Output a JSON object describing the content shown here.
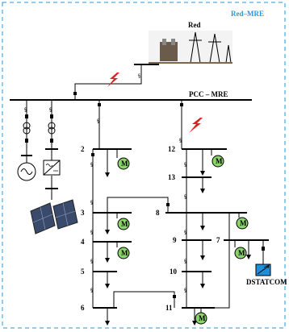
{
  "title_top_right": "Red–MRE",
  "grid_label": "Red",
  "pcc_label": "PCC – MRE",
  "compensator_label": "DSTATCOM",
  "motor_letter": "M",
  "bus_labels": {
    "b2": "2",
    "b3": "3",
    "b4": "4",
    "b5": "5",
    "b6": "6",
    "b7": "7",
    "b8": "8",
    "b9": "9",
    "b10": "10",
    "b11": "11",
    "b12": "12",
    "b13": "13"
  },
  "colors": {
    "border": "#1e9be0",
    "fault": "#e02020",
    "motor_fill": "#8bd36b",
    "dstatcom": "#1e8fd8"
  },
  "icons": [
    "lightning-fault-icon",
    "motor-icon",
    "transformer-icon",
    "ac-source-icon",
    "inverter-icon",
    "solar-panel-icon",
    "dstatcom-icon"
  ]
}
